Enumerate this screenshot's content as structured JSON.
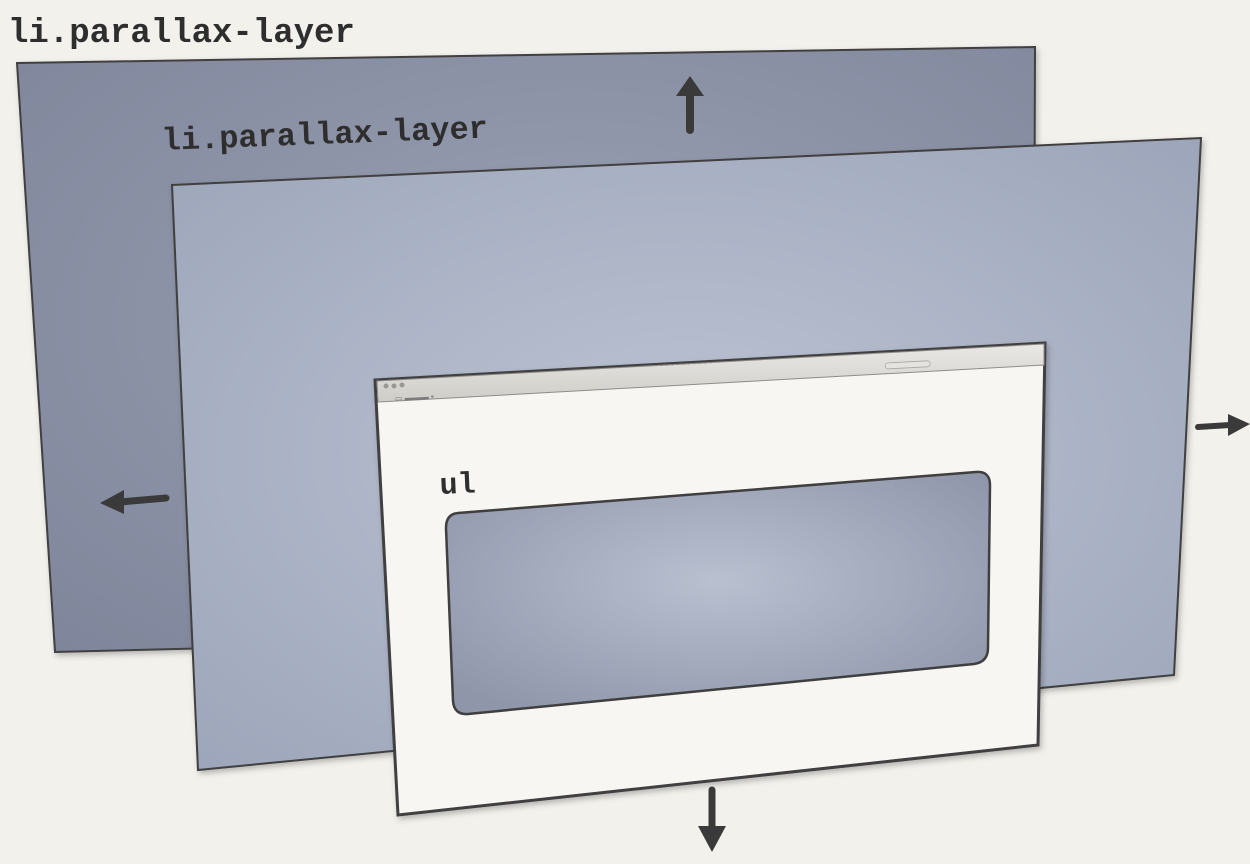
{
  "labels": {
    "back_layer": "li.parallax-layer",
    "middle_layer": "li.parallax-layer",
    "list": "ul"
  },
  "browser_window": {
    "title": "· · · · · · · · · ·",
    "address": "▭ ▬▬▬ ▪"
  },
  "arrows": {
    "up": "arrow-up-icon",
    "left": "arrow-left-icon",
    "right": "arrow-right-icon",
    "down": "arrow-down-icon"
  },
  "colors": {
    "background": "#f2f1ec",
    "back_layer": "#8c92a6",
    "middle_layer": "#aab1c3",
    "window": "#f7f6f3",
    "outline": "#3f3f3f",
    "arrow": "#3a3a3a"
  }
}
